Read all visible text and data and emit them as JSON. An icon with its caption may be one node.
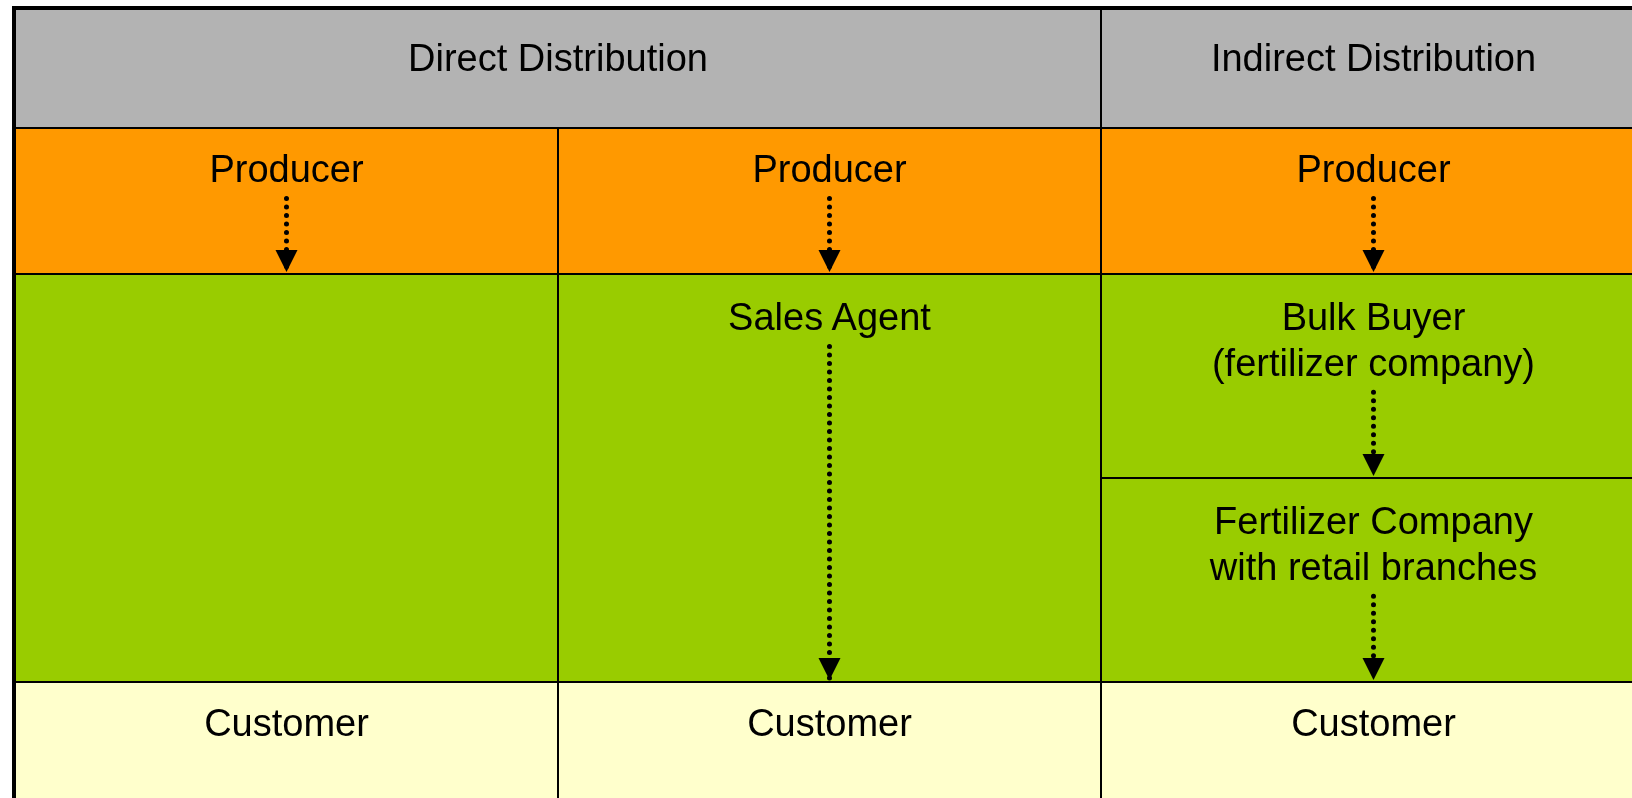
{
  "diagram": {
    "nodes": [
      {
        "text": [
          "Direct Distribution"
        ]
      },
      {
        "text": [
          "Indirect Distribution"
        ]
      },
      {
        "text": [
          "Producer"
        ]
      },
      {
        "text": [
          "Producer"
        ]
      },
      {
        "text": [
          "Producer"
        ]
      },
      {
        "text": [],
        "shape": "box"
      },
      {
        "text": [
          "Sales Agent"
        ]
      },
      {
        "text": [
          "Bulk Buyer (fertilizer company)"
        ]
      },
      {
        "text": [
          "Fertilizer Company with retail branches"
        ]
      },
      {
        "text": [
          "Customer"
        ]
      },
      {
        "text": [
          "Customer"
        ]
      },
      {
        "text": [
          "Customer"
        ]
      }
    ],
    "edges": [
      {
        "from": 2,
        "to": 5,
        "arrow": "to"
      },
      {
        "from": 3,
        "to": 6,
        "arrow": "to"
      },
      {
        "from": 6,
        "to": 10,
        "arrow": "to"
      },
      {
        "from": 4,
        "to": 7,
        "arrow": "to"
      },
      {
        "from": 7,
        "to": 8,
        "arrow": "to"
      },
      {
        "from": 8,
        "to": 11,
        "arrow": "to"
      }
    ]
  }
}
